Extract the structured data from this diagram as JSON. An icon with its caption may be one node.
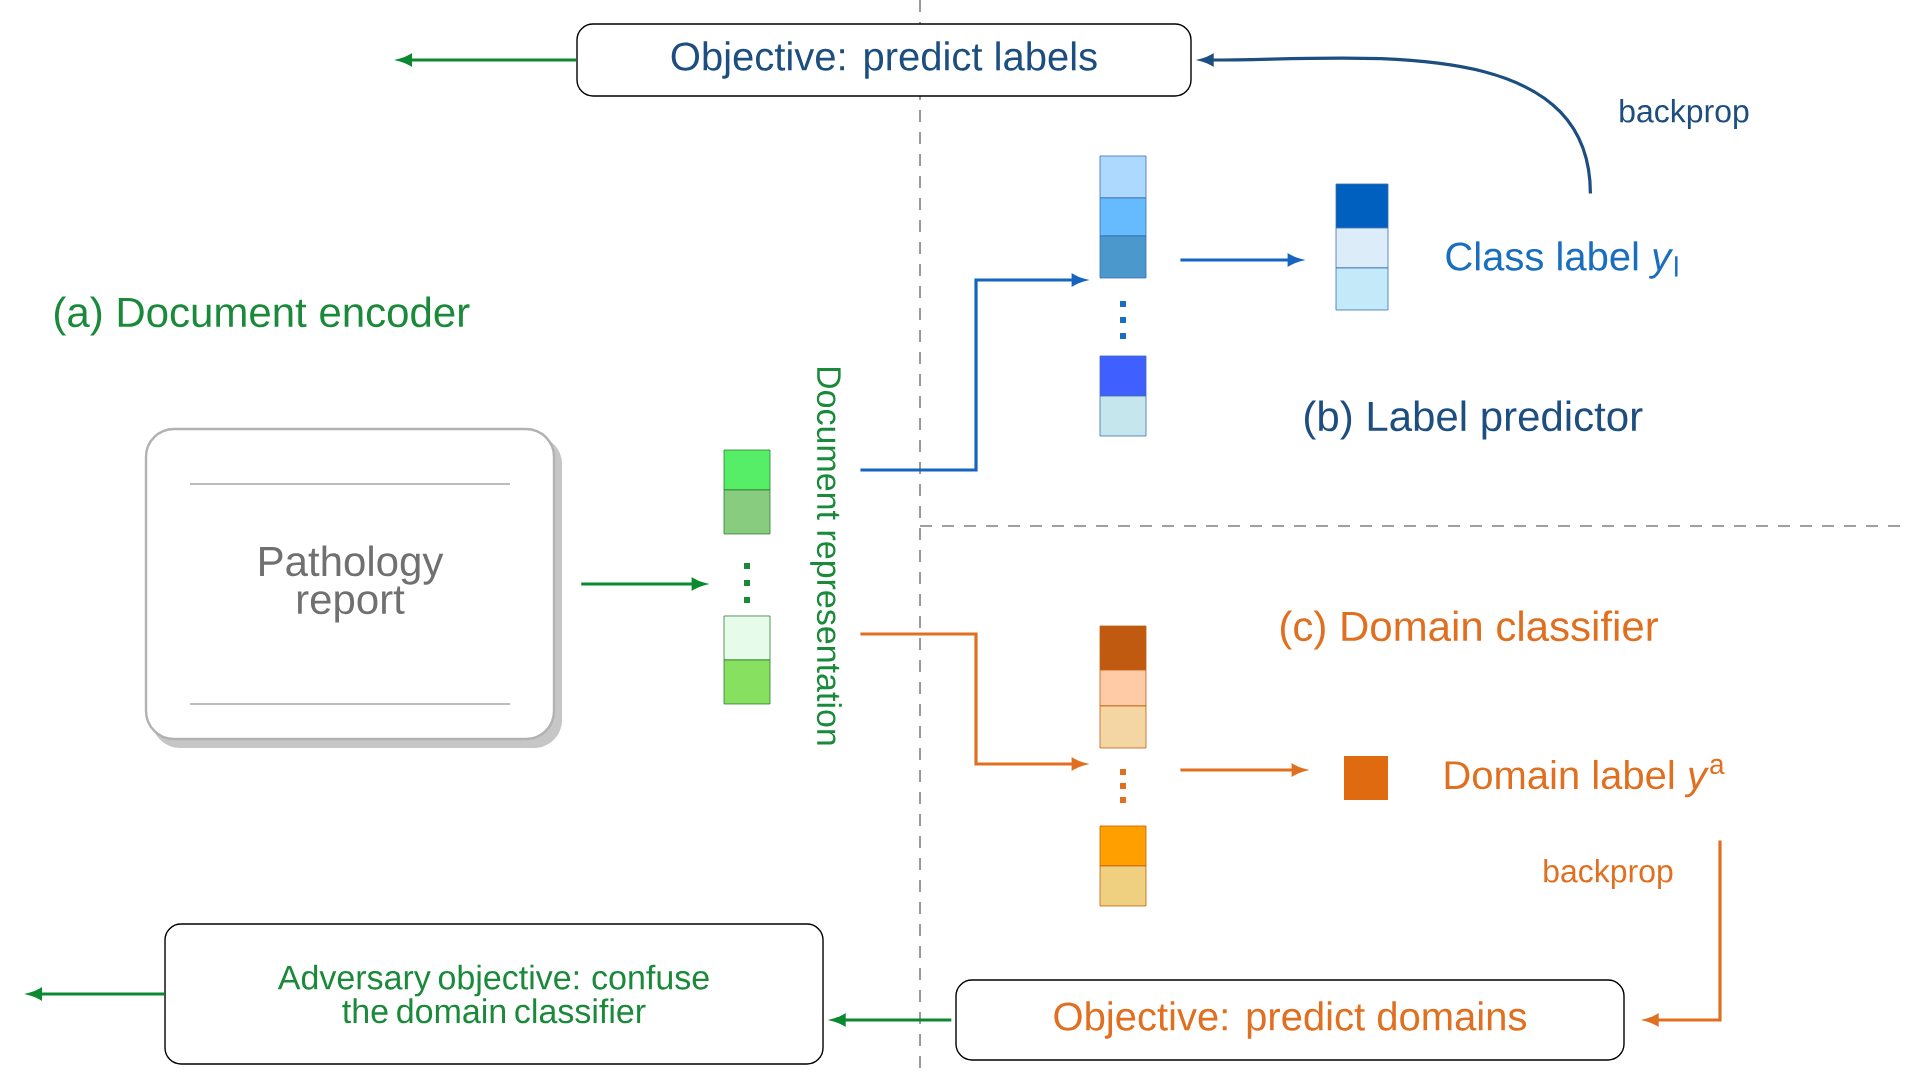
{
  "diagram": {
    "nodes": [
      {
        "text": [
          "Objective: predict labels"
        ]
      },
      {
        "text": [
          "Pathology report"
        ]
      },
      {
        "text": [],
        "shape": "bar",
        "beside": [
          "Document representation"
        ]
      },
      {
        "text": [],
        "shape": "bar"
      },
      {
        "text": [],
        "shape": "bar",
        "beside": [
          "Class label *y*$_{l}$"
        ]
      },
      {
        "text": [],
        "shape": "bar"
      },
      {
        "text": [],
        "shape": "box",
        "beside": [
          "Domain label *y*$^{a}$"
        ]
      },
      {
        "text": [
          "Objective: predict domains"
        ]
      },
      {
        "text": [
          "Adversary objective: confuse the domain classifier"
        ]
      }
    ],
    "edges": [
      {
        "from": 0,
        "to": null,
        "arrow": "to",
        "color": "#0a8a30"
      },
      {
        "from": 1,
        "to": 2,
        "arrow": "to",
        "color": "#0a8a30"
      },
      {
        "from": 2,
        "to": 3,
        "arrow": "to",
        "color": "#1565c0"
      },
      {
        "from": 3,
        "to": 4,
        "arrow": "to",
        "color": "#1565c0"
      },
      {
        "from": 4,
        "to": 0,
        "arrow": "to",
        "label": "backprop",
        "color": "#1c4e80"
      },
      {
        "from": 2,
        "to": 5,
        "arrow": "to",
        "color": "#e07020"
      },
      {
        "from": 5,
        "to": 6,
        "arrow": "to",
        "color": "#e07020"
      },
      {
        "from": 6,
        "to": 7,
        "arrow": "to",
        "label": "backprop",
        "color": "#e07020"
      },
      {
        "from": 7,
        "to": 8,
        "arrow": "to",
        "color": "#0a8a30"
      },
      {
        "from": 8,
        "to": null,
        "arrow": "to",
        "color": "#0a8a30"
      }
    ],
    "labels": [
      "(a) Document encoder",
      "(b) Label predictor",
      "(c) Domain classifier"
    ]
  }
}
